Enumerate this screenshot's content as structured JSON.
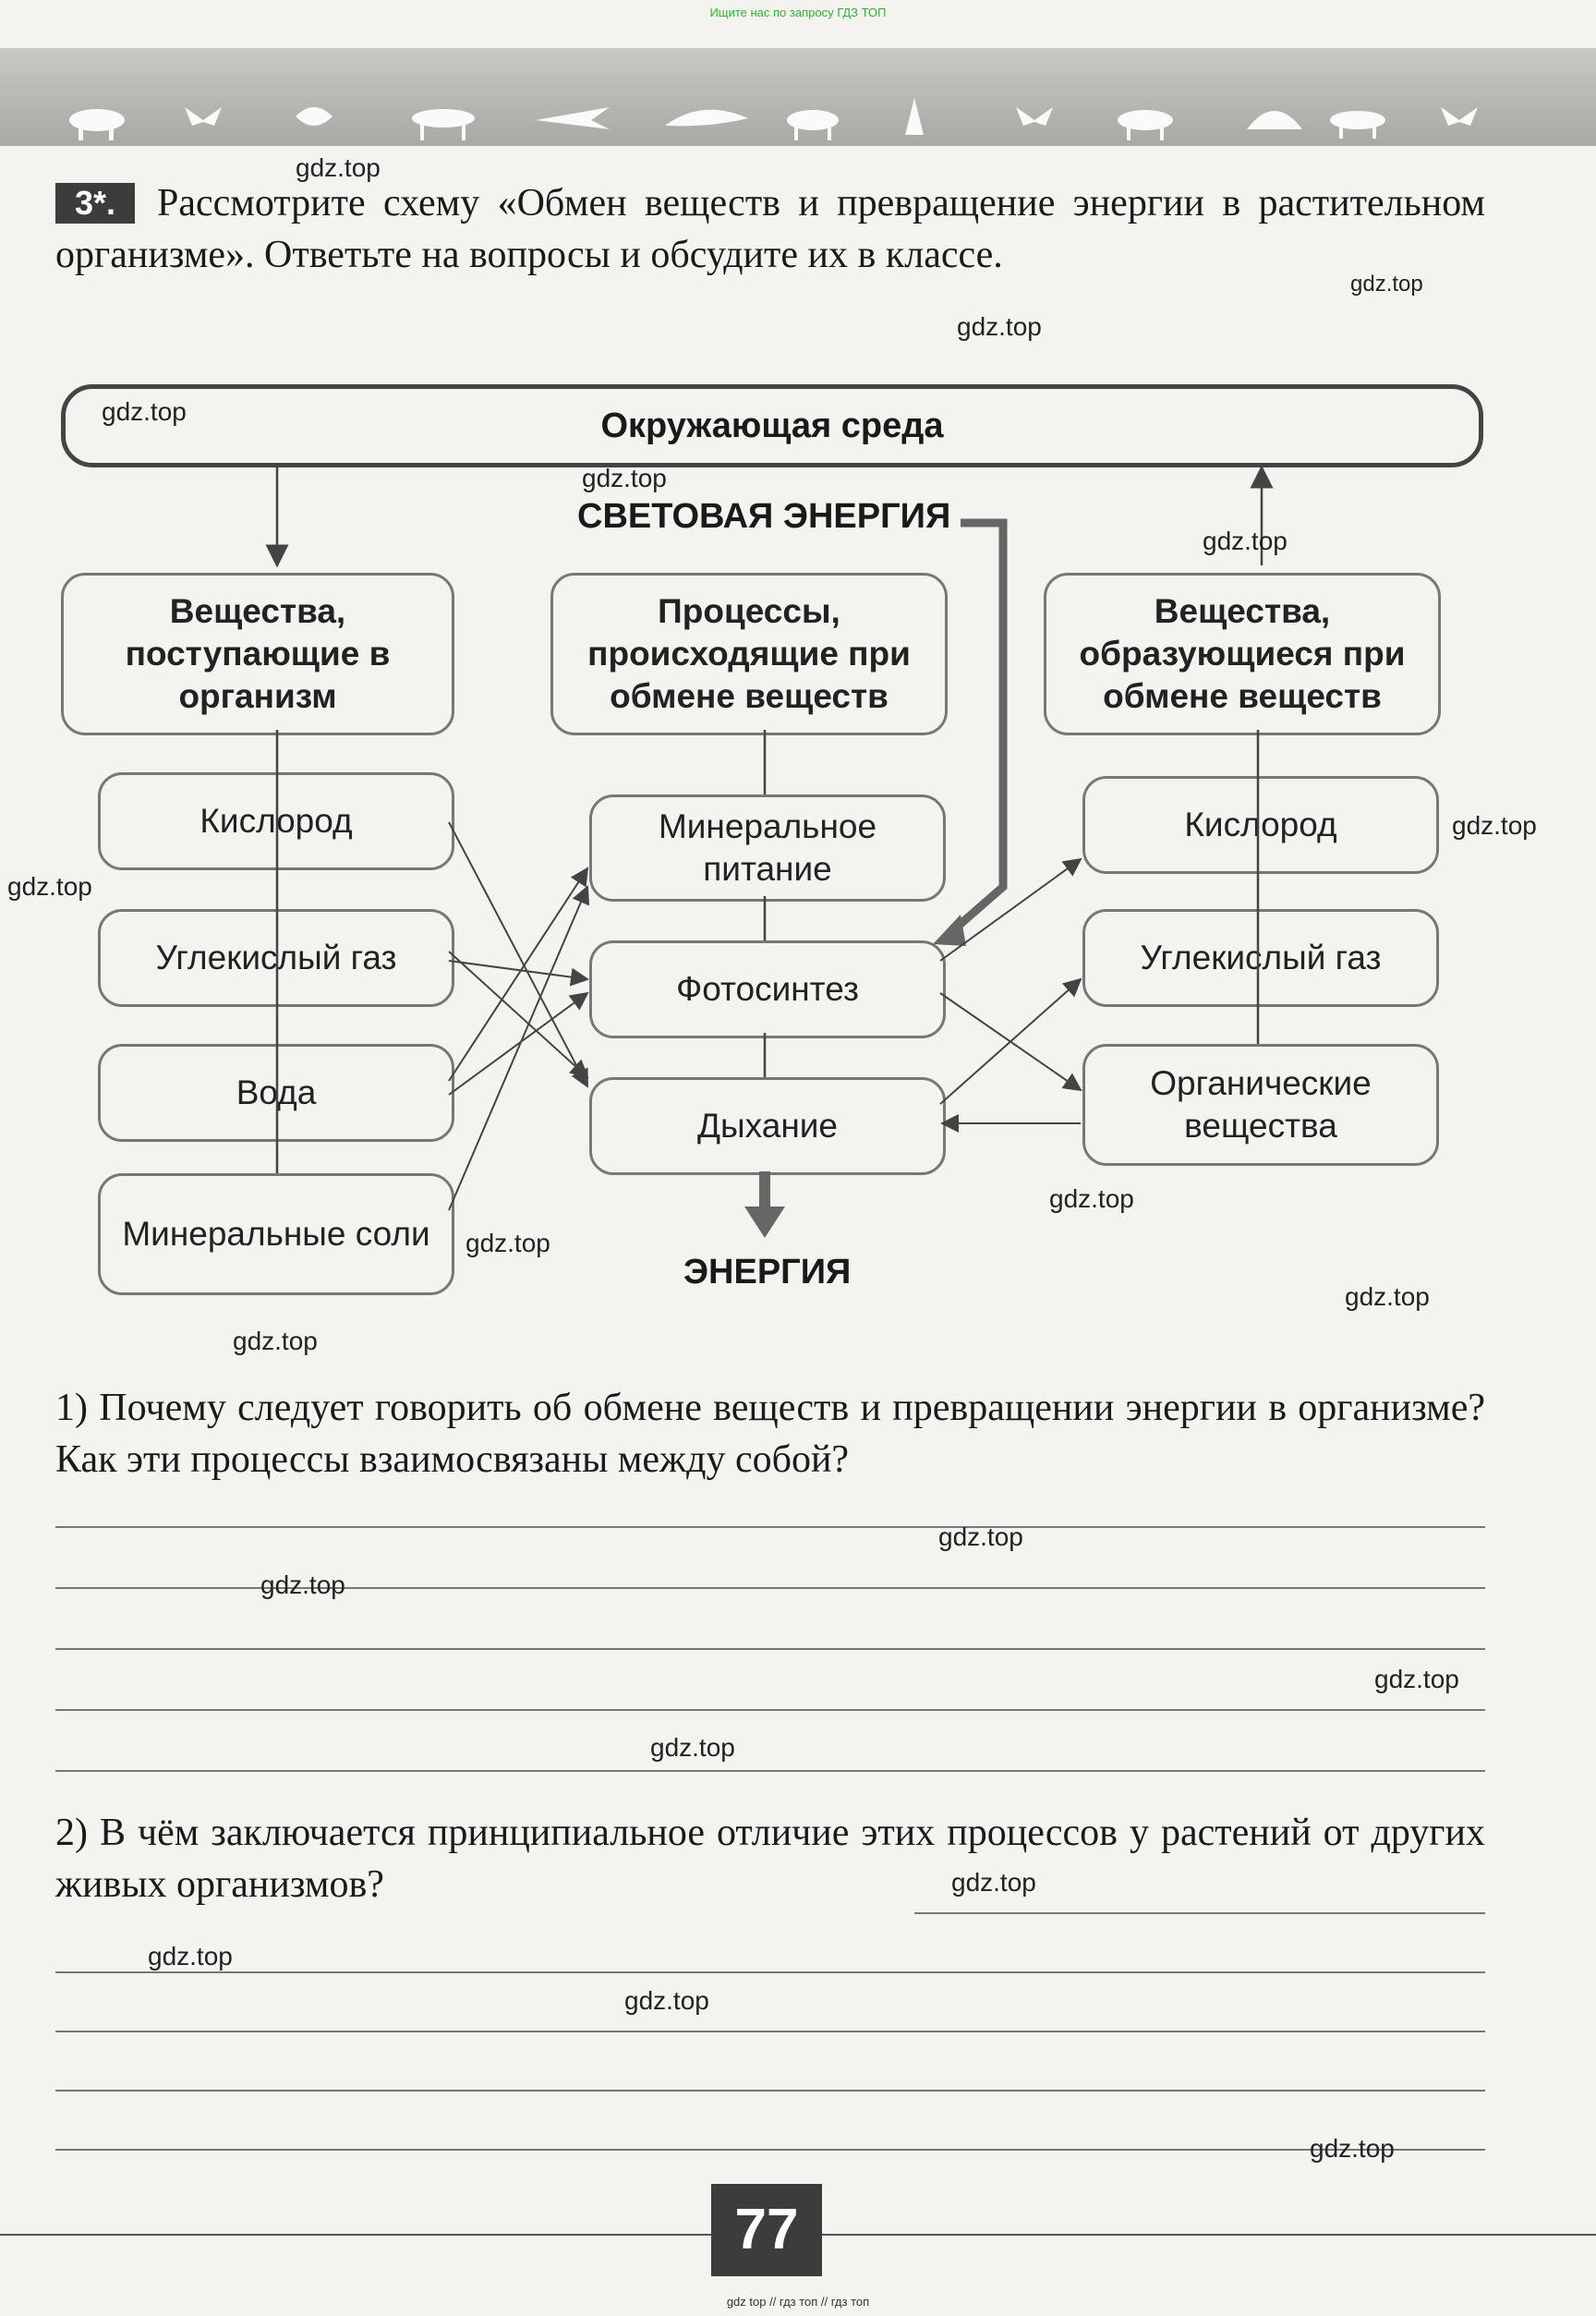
{
  "top_note": "Ищите нас по запросу ГДЗ ТОП",
  "task": {
    "number": "3*.",
    "text": "Рассмотрите схему «Обмен веществ и превращение энергии в растительном организме». Ответьте на вопросы и обсудите их в классе."
  },
  "diagram": {
    "environment": "Окружающая среда",
    "light_energy": "СВЕТОВАЯ ЭНЕРГИЯ",
    "energy": "ЭНЕРГИЯ",
    "columns": {
      "input_header": "Вещества, поступающие в организм",
      "process_header": "Процессы, происходящие при обмене веществ",
      "output_header": "Вещества, образующиеся при обмене веществ"
    },
    "inputs": [
      "Кислород",
      "Углекислый газ",
      "Вода",
      "Минеральные соли"
    ],
    "processes": [
      "Минеральное питание",
      "Фотосинтез",
      "Дыхание"
    ],
    "outputs": [
      "Кислород",
      "Углекислый газ",
      "Органические вещества"
    ]
  },
  "question1": "1) Почему следует говорить об обмене веществ и превращении энергии в организме? Как эти процессы взаимосвязаны между собой?",
  "question2": "2) В чём заключается принципиальное отличие этих процессов у растений от других живых организмов?",
  "page_number": "77",
  "watermark": "gdz.top",
  "footer": "gdz top // гдз топ // гдз топ"
}
